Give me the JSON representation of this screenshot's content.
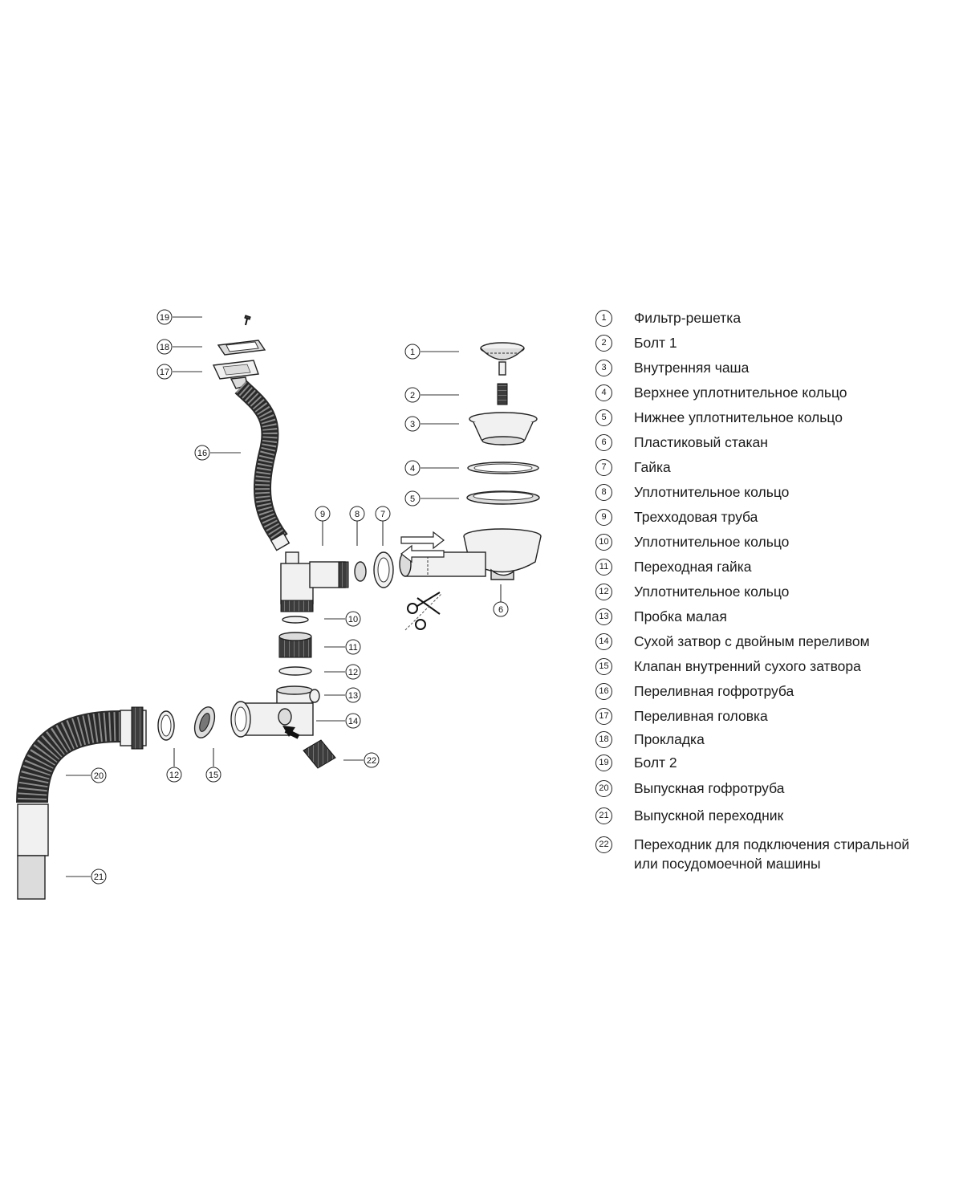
{
  "legend": [
    {
      "num": "1",
      "label": "Фильтр-решетка"
    },
    {
      "num": "2",
      "label": "Болт 1"
    },
    {
      "num": "3",
      "label": "Внутренняя чаша"
    },
    {
      "num": "4",
      "label": "Верхнее уплотнительное кольцо"
    },
    {
      "num": "5",
      "label": "Нижнее уплотнительное кольцо"
    },
    {
      "num": "6",
      "label": "Пластиковый стакан"
    },
    {
      "num": "7",
      "label": "Гайка"
    },
    {
      "num": "8",
      "label": "Уплотнительное кольцо"
    },
    {
      "num": "9",
      "label": "Трехходовая труба"
    },
    {
      "num": "10",
      "label": "Уплотнительное кольцо"
    },
    {
      "num": "11",
      "label": "Переходная гайка"
    },
    {
      "num": "12",
      "label": "Уплотнительное кольцо"
    },
    {
      "num": "13",
      "label": "Пробка малая"
    },
    {
      "num": "14",
      "label": "Сухой затвор с двойным переливом"
    },
    {
      "num": "15",
      "label": "Клапан внутренний сухого затвора"
    },
    {
      "num": "16",
      "label": "Переливная гофротруба"
    },
    {
      "num": "17",
      "label": "Переливная головка"
    },
    {
      "num": "18",
      "label": "Прокладка"
    },
    {
      "num": "19",
      "label": "Болт 2"
    },
    {
      "num": "20",
      "label": "Выпускная гофротруба"
    },
    {
      "num": "21",
      "label": "Выпускной переходник"
    },
    {
      "num": "22",
      "label": "Переходник для подключения стиральной\nили посудомоечной машины"
    }
  ],
  "callouts": [
    "19",
    "18",
    "17",
    "16",
    "1",
    "2",
    "3",
    "4",
    "5",
    "9",
    "8",
    "7",
    "6",
    "10",
    "11",
    "12",
    "13",
    "14",
    "22",
    "20",
    "12",
    "15",
    "21"
  ]
}
